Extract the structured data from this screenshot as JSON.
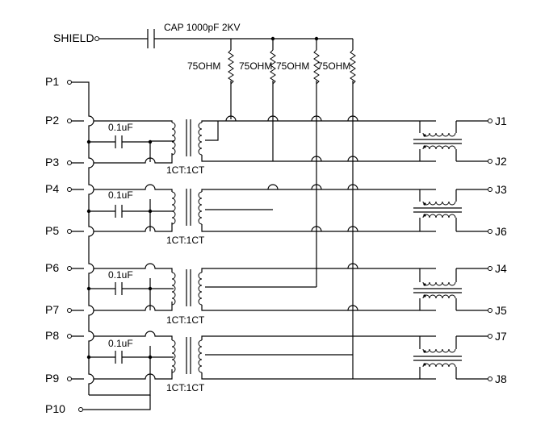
{
  "shield": {
    "label": "SHIELD",
    "cap_label": "CAP 1000pF 2KV"
  },
  "resistors": [
    "75OHM",
    "75OHM",
    "75OHM",
    "75OHM"
  ],
  "left_pins": [
    "P1",
    "P2",
    "P3",
    "P4",
    "P5",
    "P6",
    "P7",
    "P8",
    "P9",
    "P10"
  ],
  "right_pins": [
    "J1",
    "J2",
    "J3",
    "J6",
    "J4",
    "J5",
    "J7",
    "J8"
  ],
  "caps": [
    "0.1uF",
    "0.1uF",
    "0.1uF",
    "0.1uF"
  ],
  "transformers": [
    "1CT:1CT",
    "1CT:1CT",
    "1CT:1CT",
    "1CT:1CT"
  ]
}
